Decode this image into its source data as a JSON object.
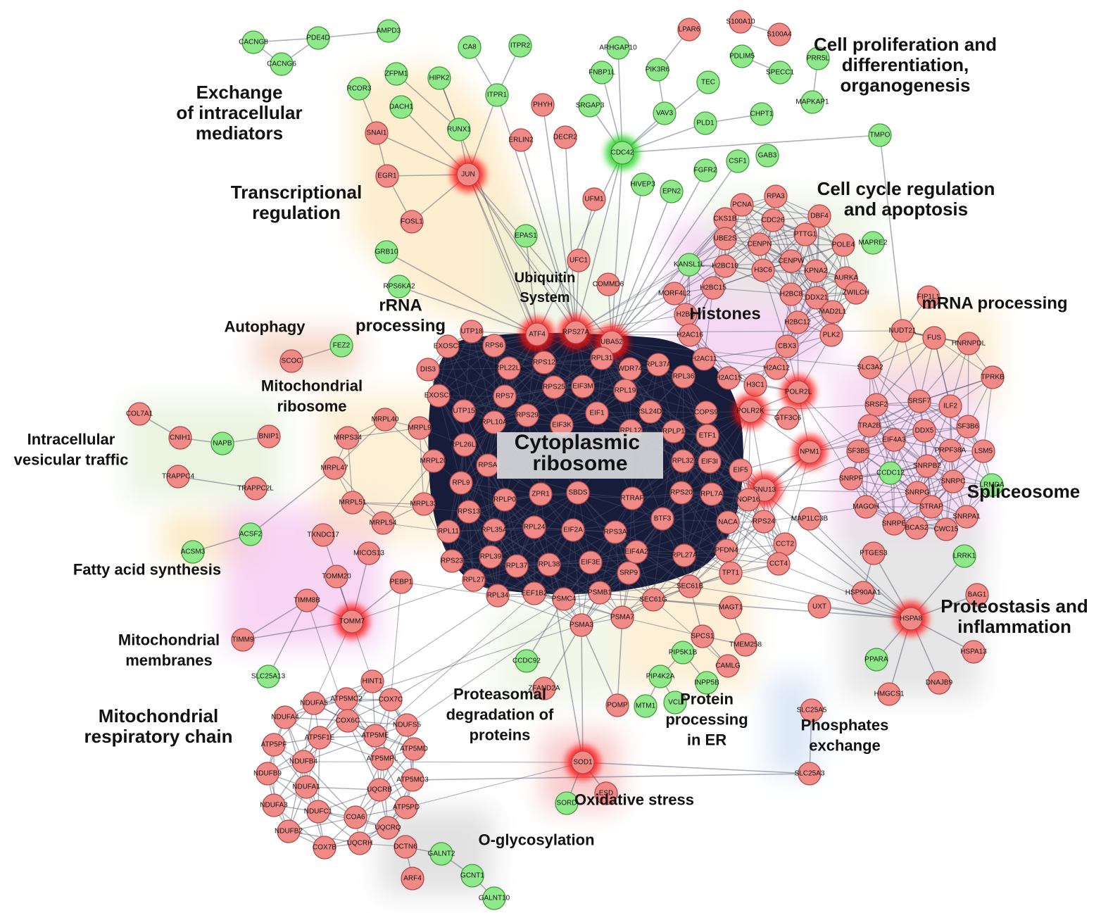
{
  "colors": {
    "up": "#f08a86",
    "up_stroke": "#b0484a",
    "down": "#8fe98a",
    "down_stroke": "#3f9a3a",
    "hub_glow": "#ff1010",
    "hub_glow_green": "#1fd21f",
    "ribosome_core": "#161c3a",
    "edge": "#4a5068"
  },
  "cluster_labels": {
    "cytoplasmic_ribosome": "Cytoplasmic\nribosome",
    "exchange": "Exchange\nof intracellular\nmediators",
    "transcriptional": "Transcriptional\nregulation",
    "cell_prolif": "Cell proliferation and\ndifferentiation,\norganogenesis",
    "cell_cycle": "Cell cycle regulation\nand apoptosis",
    "histones": "Histones",
    "mrna": "mRNA processing",
    "ubiquitin": "Ubiquitin\nSystem",
    "rrna": "rRNA\nprocessing",
    "autophagy": "Autophagy",
    "mito_ribosome": "Mitochondrial\nribosome",
    "vesicular": "Intracellular\nvesicular traffic",
    "spliceosome": "Spliceosome",
    "fatty_acid": "Fatty acid synthesis",
    "proteostasis": "Proteostasis and\ninflammation",
    "mito_membranes": "Mitochondrial\nmembranes",
    "mito_respiratory": "Mitochondrial\nrespiratory chain",
    "proteasomal": "Proteasomal\ndegradation of\nproteins",
    "protein_er": "Protein\nprocessing\nin ER",
    "phosphates": "Phosphates\nexchange",
    "oxidative": "Oxidative stress",
    "o_glyco": "O-glycosylation"
  },
  "nodes": [
    {
      "id": "CACNG8",
      "t": "down"
    },
    {
      "id": "PDE4D",
      "t": "down"
    },
    {
      "id": "AMPD3",
      "t": "down"
    },
    {
      "id": "CACNG6",
      "t": "down"
    },
    {
      "id": "CA8",
      "t": "down"
    },
    {
      "id": "ITPR2",
      "t": "down"
    },
    {
      "id": "ITPR1",
      "t": "down"
    },
    {
      "id": "ZFPM1",
      "t": "down"
    },
    {
      "id": "HIPK2",
      "t": "down"
    },
    {
      "id": "RCOR3",
      "t": "down"
    },
    {
      "id": "DACH1",
      "t": "down"
    },
    {
      "id": "RUNX1",
      "t": "down"
    },
    {
      "id": "SNAI1",
      "t": "up"
    },
    {
      "id": "EGR1",
      "t": "up"
    },
    {
      "id": "JUN",
      "t": "up",
      "hub": true
    },
    {
      "id": "FOSL1",
      "t": "up"
    },
    {
      "id": "PHYH",
      "t": "up"
    },
    {
      "id": "ERLIN2",
      "t": "up"
    },
    {
      "id": "ARHGAP10",
      "t": "down"
    },
    {
      "id": "LPAR6",
      "t": "up"
    },
    {
      "id": "S100A10",
      "t": "up"
    },
    {
      "id": "S100A4",
      "t": "up"
    },
    {
      "id": "FNBP1L",
      "t": "down"
    },
    {
      "id": "PIK3R6",
      "t": "down"
    },
    {
      "id": "SRGAP3",
      "t": "down"
    },
    {
      "id": "DECR2",
      "t": "up"
    },
    {
      "id": "CDC42",
      "t": "down",
      "hub": true
    },
    {
      "id": "VAV3",
      "t": "down"
    },
    {
      "id": "TEC",
      "t": "down"
    },
    {
      "id": "PDLIM5",
      "t": "down"
    },
    {
      "id": "SPECC1",
      "t": "down"
    },
    {
      "id": "PRR5L",
      "t": "down"
    },
    {
      "id": "MAPKAP1",
      "t": "down"
    },
    {
      "id": "PLD1",
      "t": "down"
    },
    {
      "id": "CHPT1",
      "t": "down"
    },
    {
      "id": "TMPO",
      "t": "down"
    },
    {
      "id": "CSF1",
      "t": "down"
    },
    {
      "id": "GAB3",
      "t": "down"
    },
    {
      "id": "FGFR2",
      "t": "down"
    },
    {
      "id": "HIVEP3",
      "t": "down"
    },
    {
      "id": "EPN2",
      "t": "down"
    },
    {
      "id": "UFM1",
      "t": "up"
    },
    {
      "id": "EPAS1",
      "t": "down"
    },
    {
      "id": "GRB10",
      "t": "down"
    },
    {
      "id": "RPS6KA2",
      "t": "down"
    },
    {
      "id": "UFC1",
      "t": "up"
    },
    {
      "id": "COMMD6",
      "t": "up"
    },
    {
      "id": "CKS1B",
      "t": "up"
    },
    {
      "id": "PCNA",
      "t": "up"
    },
    {
      "id": "RPA3",
      "t": "up"
    },
    {
      "id": "CDC26",
      "t": "up"
    },
    {
      "id": "DBF4",
      "t": "up"
    },
    {
      "id": "UBE2S",
      "t": "up"
    },
    {
      "id": "CENPN",
      "t": "up"
    },
    {
      "id": "PTTG1",
      "t": "up"
    },
    {
      "id": "POLE4",
      "t": "up"
    },
    {
      "id": "MAPRE2",
      "t": "down"
    },
    {
      "id": "KANSL1L",
      "t": "down"
    },
    {
      "id": "H2BC10",
      "t": "up"
    },
    {
      "id": "H3C6",
      "t": "up"
    },
    {
      "id": "CENPW",
      "t": "up"
    },
    {
      "id": "KPNA2",
      "t": "up"
    },
    {
      "id": "AURKA",
      "t": "up"
    },
    {
      "id": "H2BC15",
      "t": "up"
    },
    {
      "id": "H2BC8",
      "t": "up"
    },
    {
      "id": "DDX21",
      "t": "up"
    },
    {
      "id": "ZWILCH",
      "t": "up"
    },
    {
      "id": "MORF4L2",
      "t": "up"
    },
    {
      "id": "H2BC",
      "t": "up"
    },
    {
      "id": "H2BC12",
      "t": "up"
    },
    {
      "id": "MAD2L1",
      "t": "up"
    },
    {
      "id": "H2AC16",
      "t": "up"
    },
    {
      "id": "CBX3",
      "t": "up"
    },
    {
      "id": "PLK2",
      "t": "up"
    },
    {
      "id": "H2AC11",
      "t": "up"
    },
    {
      "id": "H2AC12",
      "t": "up"
    },
    {
      "id": "H2AC15",
      "t": "up"
    },
    {
      "id": "H3C1",
      "t": "up"
    },
    {
      "id": "POLR2L",
      "t": "up",
      "hub": true
    },
    {
      "id": "NUDT21",
      "t": "up"
    },
    {
      "id": "FIP1L1",
      "t": "up"
    },
    {
      "id": "FUS",
      "t": "up"
    },
    {
      "id": "HNRNPDL",
      "t": "up"
    },
    {
      "id": "SLC3A2",
      "t": "up"
    },
    {
      "id": "TPRKB",
      "t": "up"
    },
    {
      "id": "SRSF2",
      "t": "up"
    },
    {
      "id": "SRSF7",
      "t": "up"
    },
    {
      "id": "ILF2",
      "t": "up"
    },
    {
      "id": "TRA2B",
      "t": "up"
    },
    {
      "id": "DDX5",
      "t": "up"
    },
    {
      "id": "SF3B6",
      "t": "up"
    },
    {
      "id": "EIF4A3",
      "t": "up"
    },
    {
      "id": "SF3B5",
      "t": "up"
    },
    {
      "id": "SNRPB2",
      "t": "up"
    },
    {
      "id": "PRPF38A",
      "t": "up"
    },
    {
      "id": "LSM5",
      "t": "up"
    },
    {
      "id": "CCDC12",
      "t": "down"
    },
    {
      "id": "SNRPF",
      "t": "up"
    },
    {
      "id": "SNRPC",
      "t": "up"
    },
    {
      "id": "LRMDA",
      "t": "down"
    },
    {
      "id": "SNRPG",
      "t": "up"
    },
    {
      "id": "MAGOH",
      "t": "up"
    },
    {
      "id": "STRAP",
      "t": "up"
    },
    {
      "id": "SNRPA1",
      "t": "up"
    },
    {
      "id": "SNRPE",
      "t": "up"
    },
    {
      "id": "BCAS2",
      "t": "up"
    },
    {
      "id": "CWC15",
      "t": "up"
    },
    {
      "id": "LRRK1",
      "t": "down"
    },
    {
      "id": "BAG1",
      "t": "up"
    },
    {
      "id": "PTGES3",
      "t": "up"
    },
    {
      "id": "HSP90AA1",
      "t": "up"
    },
    {
      "id": "HSPA8",
      "t": "up",
      "hub": true
    },
    {
      "id": "HSPA13",
      "t": "up"
    },
    {
      "id": "PPARA",
      "t": "down"
    },
    {
      "id": "DNAJB9",
      "t": "up"
    },
    {
      "id": "HMGCS1",
      "t": "up"
    },
    {
      "id": "UXT",
      "t": "up"
    },
    {
      "id": "ATF4",
      "t": "up",
      "hub": true
    },
    {
      "id": "RPS27A",
      "t": "up",
      "hub": true
    },
    {
      "id": "UBA52",
      "t": "up",
      "hub": true
    },
    {
      "id": "UTP18",
      "t": "up"
    },
    {
      "id": "EXOSC8",
      "t": "up"
    },
    {
      "id": "RPS6",
      "t": "up"
    },
    {
      "id": "RPS12",
      "t": "up"
    },
    {
      "id": "RPL31",
      "t": "up"
    },
    {
      "id": "DIS3",
      "t": "up"
    },
    {
      "id": "RPL22L1",
      "t": "up"
    },
    {
      "id": "WDR74",
      "t": "up"
    },
    {
      "id": "RPL37A",
      "t": "up"
    },
    {
      "id": "EIF3M",
      "t": "up"
    },
    {
      "id": "RPS25",
      "t": "up"
    },
    {
      "id": "RPL19",
      "t": "up"
    },
    {
      "id": "RPL36",
      "t": "up"
    },
    {
      "id": "EXOSC9",
      "t": "up"
    },
    {
      "id": "RPS7",
      "t": "up"
    },
    {
      "id": "EIF1",
      "t": "up"
    },
    {
      "id": "RSL24D1",
      "t": "up"
    },
    {
      "id": "COPS9",
      "t": "up"
    },
    {
      "id": "UTP15",
      "t": "up"
    },
    {
      "id": "RPL10A",
      "t": "up"
    },
    {
      "id": "RPS29",
      "t": "up"
    },
    {
      "id": "EIF3K",
      "t": "up"
    },
    {
      "id": "RPL12",
      "t": "up"
    },
    {
      "id": "RPLP1",
      "t": "up"
    },
    {
      "id": "ETF1",
      "t": "up"
    },
    {
      "id": "POLR2K",
      "t": "up",
      "hub": true
    },
    {
      "id": "GTF3C6",
      "t": "up"
    },
    {
      "id": "NPM1",
      "t": "up",
      "hub": true
    },
    {
      "id": "RPL26L1",
      "t": "up"
    },
    {
      "id": "RPL32",
      "t": "up"
    },
    {
      "id": "EIF3I",
      "t": "up"
    },
    {
      "id": "RPSA",
      "t": "up"
    },
    {
      "id": "EIF5",
      "t": "up"
    },
    {
      "id": "RPL9",
      "t": "up"
    },
    {
      "id": "ZPR1",
      "t": "up"
    },
    {
      "id": "SBDS",
      "t": "up"
    },
    {
      "id": "RTRAF",
      "t": "up"
    },
    {
      "id": "RPS20",
      "t": "up"
    },
    {
      "id": "RPL7A",
      "t": "up"
    },
    {
      "id": "SNU13",
      "t": "up",
      "hub": true
    },
    {
      "id": "NOP16",
      "t": "up"
    },
    {
      "id": "RPLP0",
      "t": "up"
    },
    {
      "id": "BTF3",
      "t": "up"
    },
    {
      "id": "RPS13",
      "t": "up"
    },
    {
      "id": "RPL35A",
      "t": "up"
    },
    {
      "id": "RPL24",
      "t": "up"
    },
    {
      "id": "EIF2A",
      "t": "up"
    },
    {
      "id": "RPS3A",
      "t": "up"
    },
    {
      "id": "NACA",
      "t": "up"
    },
    {
      "id": "RPS24",
      "t": "up"
    },
    {
      "id": "MAP1LC3B",
      "t": "up"
    },
    {
      "id": "RPL11",
      "t": "up"
    },
    {
      "id": "RPS23",
      "t": "up"
    },
    {
      "id": "RPL39",
      "t": "up"
    },
    {
      "id": "RPL37",
      "t": "up"
    },
    {
      "id": "RPL38",
      "t": "up"
    },
    {
      "id": "EIF3E",
      "t": "up"
    },
    {
      "id": "EIF4A2",
      "t": "up"
    },
    {
      "id": "RPL27A",
      "t": "up"
    },
    {
      "id": "PFDN4",
      "t": "up"
    },
    {
      "id": "CCT2",
      "t": "up"
    },
    {
      "id": "TPT1",
      "t": "up"
    },
    {
      "id": "CCT4",
      "t": "up"
    },
    {
      "id": "RPL27",
      "t": "up"
    },
    {
      "id": "RPL34",
      "t": "up"
    },
    {
      "id": "EEF1B2",
      "t": "up"
    },
    {
      "id": "SRP9",
      "t": "up"
    },
    {
      "id": "SEC61B",
      "t": "up"
    },
    {
      "id": "PSMC4",
      "t": "up"
    },
    {
      "id": "PSMB1",
      "t": "up"
    },
    {
      "id": "SEC61G",
      "t": "up"
    },
    {
      "id": "PSMA3",
      "t": "up"
    },
    {
      "id": "PSMA7",
      "t": "up"
    },
    {
      "id": "MAGT1",
      "t": "up"
    },
    {
      "id": "SPCS1",
      "t": "up"
    },
    {
      "id": "TMEM258",
      "t": "up"
    },
    {
      "id": "PIP5K1B",
      "t": "down"
    },
    {
      "id": "CAMLG",
      "t": "up"
    },
    {
      "id": "PIP4K2A",
      "t": "down"
    },
    {
      "id": "INPP5B",
      "t": "down"
    },
    {
      "id": "MTM1",
      "t": "down"
    },
    {
      "id": "VCL",
      "t": "down"
    },
    {
      "id": "POMP",
      "t": "up"
    },
    {
      "id": "CCDC92",
      "t": "down"
    },
    {
      "id": "ZFAND2A",
      "t": "up"
    },
    {
      "id": "SOD1",
      "t": "up",
      "hub": true
    },
    {
      "id": "ESD",
      "t": "up"
    },
    {
      "id": "SORD",
      "t": "down"
    },
    {
      "id": "SLC25A5",
      "t": "up"
    },
    {
      "id": "SLC25A3",
      "t": "up"
    },
    {
      "id": "SCOC",
      "t": "up"
    },
    {
      "id": "FEZ2",
      "t": "down"
    },
    {
      "id": "MRPL40",
      "t": "up"
    },
    {
      "id": "MRPL9",
      "t": "up"
    },
    {
      "id": "MRPS34",
      "t": "up"
    },
    {
      "id": "MRPL47",
      "t": "up"
    },
    {
      "id": "MRPL20",
      "t": "up"
    },
    {
      "id": "MRPL51",
      "t": "up"
    },
    {
      "id": "MRPL33",
      "t": "up"
    },
    {
      "id": "MRPL54",
      "t": "up"
    },
    {
      "id": "COL7A1",
      "t": "up"
    },
    {
      "id": "CNIH1",
      "t": "up"
    },
    {
      "id": "NAPB",
      "t": "down"
    },
    {
      "id": "BNIP1",
      "t": "up"
    },
    {
      "id": "TRAPPC4",
      "t": "up"
    },
    {
      "id": "TRAPPC2L",
      "t": "up"
    },
    {
      "id": "ACSF2",
      "t": "down"
    },
    {
      "id": "ACSM3",
      "t": "down"
    },
    {
      "id": "TXNDC17",
      "t": "up"
    },
    {
      "id": "MICOS13",
      "t": "up"
    },
    {
      "id": "TOMM20",
      "t": "up"
    },
    {
      "id": "PEBP1",
      "t": "up"
    },
    {
      "id": "TIMM8B",
      "t": "up"
    },
    {
      "id": "TOMM7",
      "t": "up",
      "hub": true
    },
    {
      "id": "TIMM9",
      "t": "up"
    },
    {
      "id": "SLC25A13",
      "t": "down"
    },
    {
      "id": "HINT1",
      "t": "up"
    },
    {
      "id": "NDUFA5",
      "t": "up"
    },
    {
      "id": "ATP5MC2",
      "t": "up"
    },
    {
      "id": "COX7C",
      "t": "up"
    },
    {
      "id": "NDUFA4",
      "t": "up"
    },
    {
      "id": "COX6C",
      "t": "up"
    },
    {
      "id": "NDUFS5",
      "t": "up"
    },
    {
      "id": "ATP5F1E",
      "t": "up"
    },
    {
      "id": "ATP5ME",
      "t": "up"
    },
    {
      "id": "ATP5PF",
      "t": "up"
    },
    {
      "id": "ATP5MD",
      "t": "up"
    },
    {
      "id": "NDUFB4",
      "t": "up"
    },
    {
      "id": "ATP5MPL",
      "t": "up"
    },
    {
      "id": "NDUFB9",
      "t": "up"
    },
    {
      "id": "NDUFA1",
      "t": "up"
    },
    {
      "id": "ATP5MC3",
      "t": "up"
    },
    {
      "id": "UQCRB",
      "t": "up"
    },
    {
      "id": "NDUFA3",
      "t": "up"
    },
    {
      "id": "NDUFC1",
      "t": "up"
    },
    {
      "id": "COA6",
      "t": "up"
    },
    {
      "id": "ATP5PD",
      "t": "up"
    },
    {
      "id": "UQCRQ",
      "t": "up"
    },
    {
      "id": "NDUFB2",
      "t": "up"
    },
    {
      "id": "COX7B",
      "t": "up"
    },
    {
      "id": "UQCRH",
      "t": "up"
    },
    {
      "id": "DCTN6",
      "t": "up"
    },
    {
      "id": "GALNT2",
      "t": "down"
    },
    {
      "id": "ARF4",
      "t": "up"
    },
    {
      "id": "GCNT1",
      "t": "down"
    },
    {
      "id": "GALNT10",
      "t": "down"
    }
  ]
}
